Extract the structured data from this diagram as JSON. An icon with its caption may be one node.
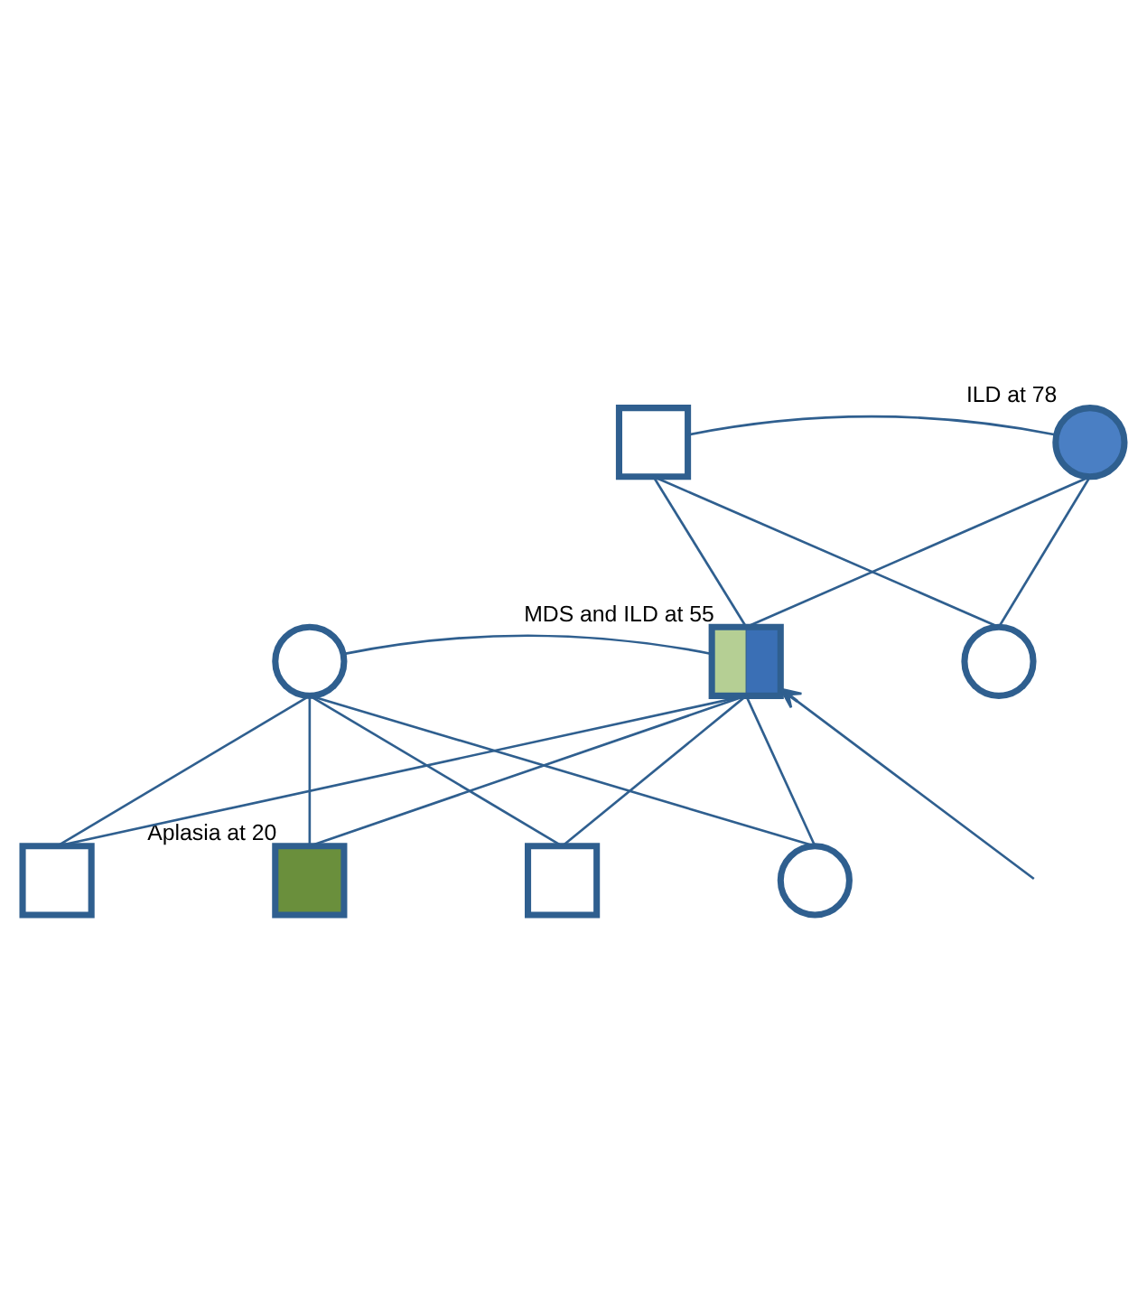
{
  "diagram": {
    "nodes": [
      {
        "text": [],
        "shape": "box"
      },
      {
        "text": [],
        "shape": "circle",
        "beside": [
          "ILD at 78"
        ]
      },
      {
        "text": [],
        "shape": "circle"
      },
      {
        "text": [],
        "shape": "box",
        "beside": [
          "MDS and ILD at 55"
        ]
      },
      {
        "text": [],
        "shape": "circle"
      },
      {
        "text": [],
        "shape": "box"
      },
      {
        "text": [],
        "shape": "box",
        "beside": [
          "Aplasia at 20"
        ]
      },
      {
        "text": [],
        "shape": "box"
      },
      {
        "text": [],
        "shape": "circle"
      }
    ],
    "edges": [
      {
        "from": 0,
        "to": 1,
        "arrow": "none"
      },
      {
        "from": 0,
        "to": 3,
        "arrow": "none"
      },
      {
        "from": 1,
        "to": 3,
        "arrow": "none"
      },
      {
        "from": 0,
        "to": 4,
        "arrow": "none"
      },
      {
        "from": 1,
        "to": 4,
        "arrow": "none"
      },
      {
        "from": 2,
        "to": 3,
        "arrow": "none"
      },
      {
        "from": 2,
        "to": 5,
        "arrow": "none"
      },
      {
        "from": 3,
        "to": 5,
        "arrow": "none"
      },
      {
        "from": 2,
        "to": 6,
        "arrow": "none"
      },
      {
        "from": 3,
        "to": 6,
        "arrow": "none"
      },
      {
        "from": 2,
        "to": 7,
        "arrow": "none"
      },
      {
        "from": 3,
        "to": 7,
        "arrow": "none"
      },
      {
        "from": 2,
        "to": 8,
        "arrow": "none"
      },
      {
        "from": 3,
        "to": 8,
        "arrow": "none"
      },
      {
        "from": null,
        "to": 3,
        "arrow": "to"
      }
    ]
  }
}
